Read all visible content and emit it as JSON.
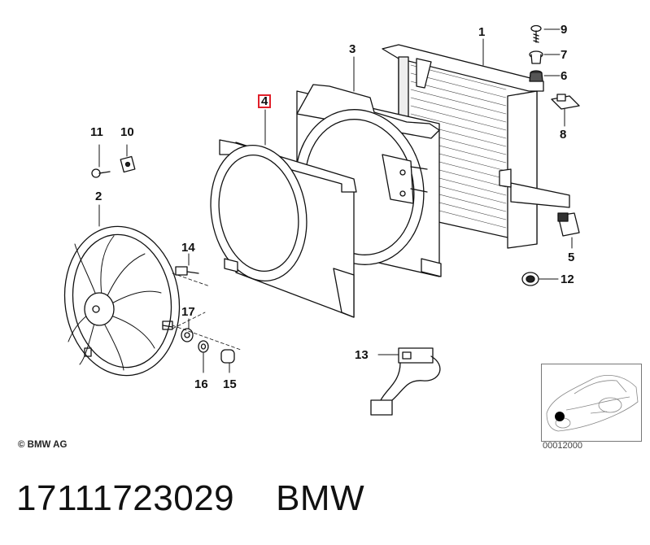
{
  "callouts": {
    "c1": "1",
    "c2": "2",
    "c3": "3",
    "c4": "4",
    "c5": "5",
    "c6": "6",
    "c7": "7",
    "c8": "8",
    "c9": "9",
    "c10": "10",
    "c11": "11",
    "c12": "12",
    "c13": "13",
    "c14": "14",
    "c15": "15",
    "c16": "16",
    "c17": "17"
  },
  "highlighted_part": "4",
  "highlight_color": "#e0202a",
  "copyright": "© BMW AG",
  "reference_code": "00012000",
  "footer": {
    "part_number": "17111723029",
    "brand": "BMW"
  },
  "icons": [
    "car-location-thumbnail",
    "location-dot-icon"
  ]
}
